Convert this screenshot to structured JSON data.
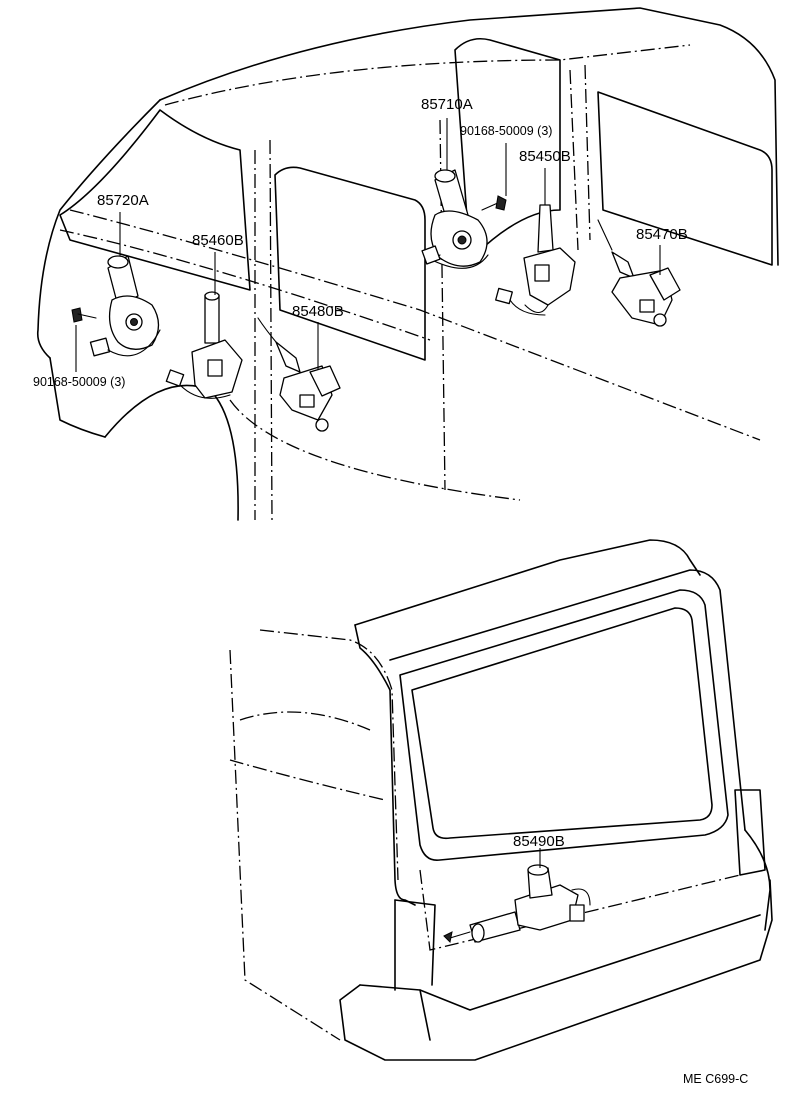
{
  "labels": {
    "p85710A": "85710A",
    "p85720A": "85720A",
    "p85460B": "85460B",
    "p85480B": "85480B",
    "p85450B": "85450B",
    "p85470B": "85470B",
    "p85490B": "85490B",
    "screw_right": "90168-50009 (3)",
    "screw_left": "90168-50009 (3)"
  },
  "footer": {
    "code": "ME  C699-C"
  }
}
